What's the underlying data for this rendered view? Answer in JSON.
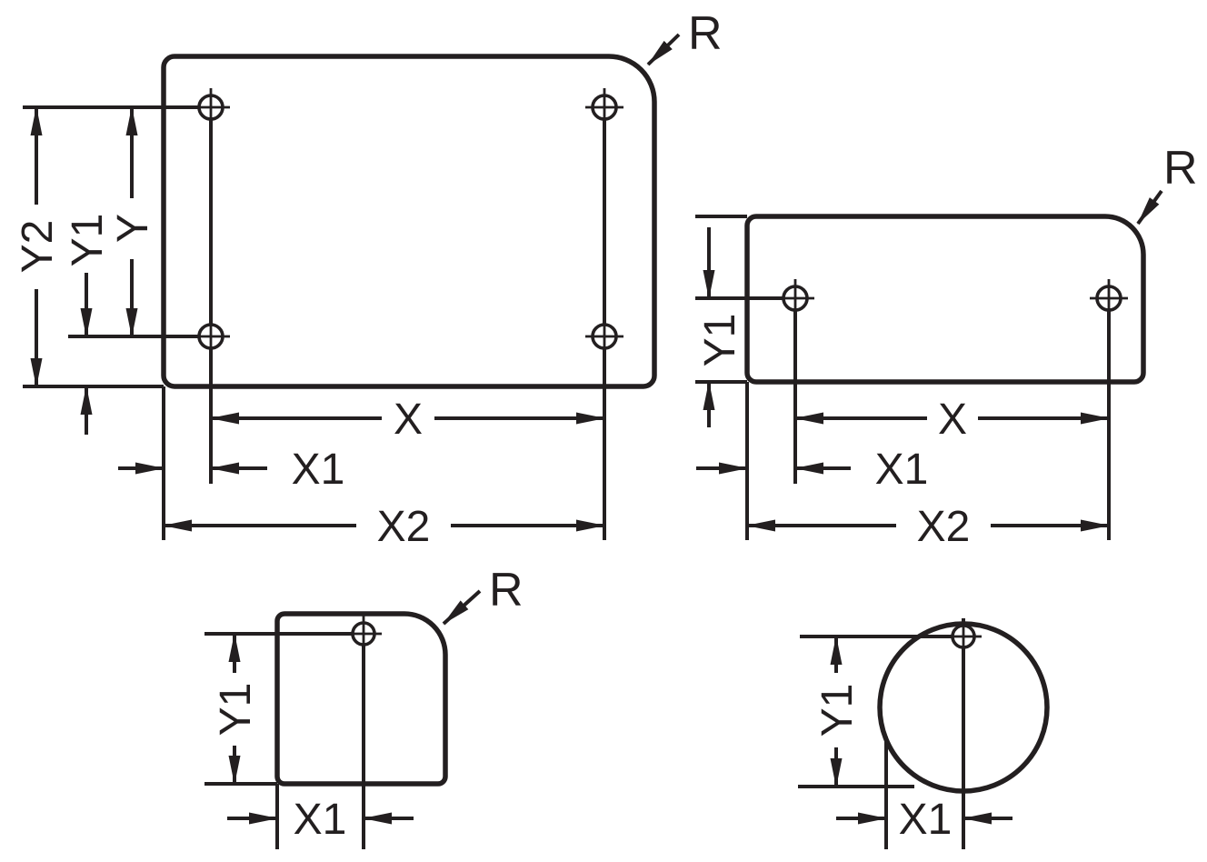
{
  "diagram": {
    "kind": "panel mounting-hole dimension drawing",
    "colors": {
      "line": "#231f20",
      "background": "#ffffff"
    }
  },
  "figures": {
    "top_left": {
      "name": "four-hole-rect-panel",
      "labels": {
        "y2": "Y2",
        "y1": "Y1",
        "y": "Y",
        "x": "X",
        "x1": "X1",
        "x2": "X2",
        "r": "R"
      }
    },
    "top_right": {
      "name": "two-hole-rect-panel",
      "labels": {
        "y1": "Y1",
        "x": "X",
        "x1": "X1",
        "x2": "X2",
        "r": "R"
      }
    },
    "bottom_left": {
      "name": "one-hole-rect-panel",
      "labels": {
        "y1": "Y1",
        "x1": "X1",
        "r": "R"
      }
    },
    "bottom_right": {
      "name": "one-hole-round-panel",
      "labels": {
        "y1": "Y1",
        "x1": "X1"
      }
    }
  }
}
